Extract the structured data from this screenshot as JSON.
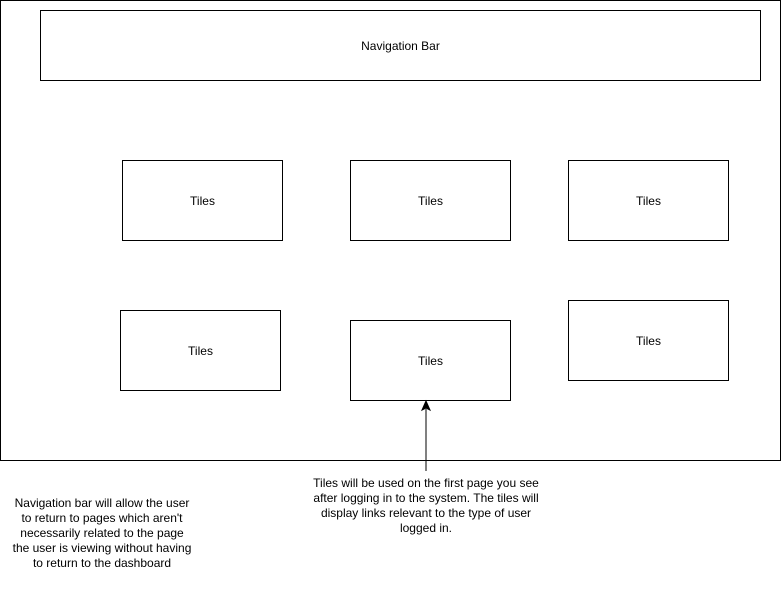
{
  "navigation_bar": {
    "label": "Navigation Bar"
  },
  "tiles": [
    {
      "label": "Tiles"
    },
    {
      "label": "Tiles"
    },
    {
      "label": "Tiles"
    },
    {
      "label": "Tiles"
    },
    {
      "label": "Tiles"
    },
    {
      "label": "Tiles"
    }
  ],
  "annotations": {
    "navigation_note": "Navigation bar will allow the user to return to pages which aren't necessarily related to the page the user is viewing without having to return to the dashboard",
    "tiles_note": "Tiles will be used on the first page you see after logging in to the system. The tiles will display links relevant to the type of user logged in."
  },
  "colors": {
    "stroke": "#000000",
    "background": "#ffffff"
  }
}
